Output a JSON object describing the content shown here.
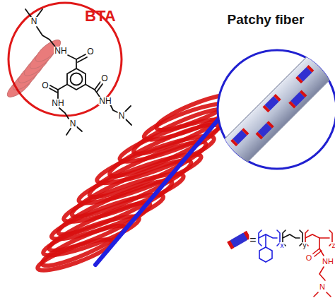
{
  "diagram": {
    "nodes": [
      {
        "text": [
          "BTA"
        ]
      },
      {
        "text": [
          "Patchy fiber"
        ]
      }
    ],
    "labels": [
      "N",
      "NH",
      "O",
      "O",
      "O",
      "NH",
      "NH",
      "N",
      "N",
      "=",
      "x",
      "y",
      "z",
      "O",
      "NH",
      "N"
    ]
  }
}
